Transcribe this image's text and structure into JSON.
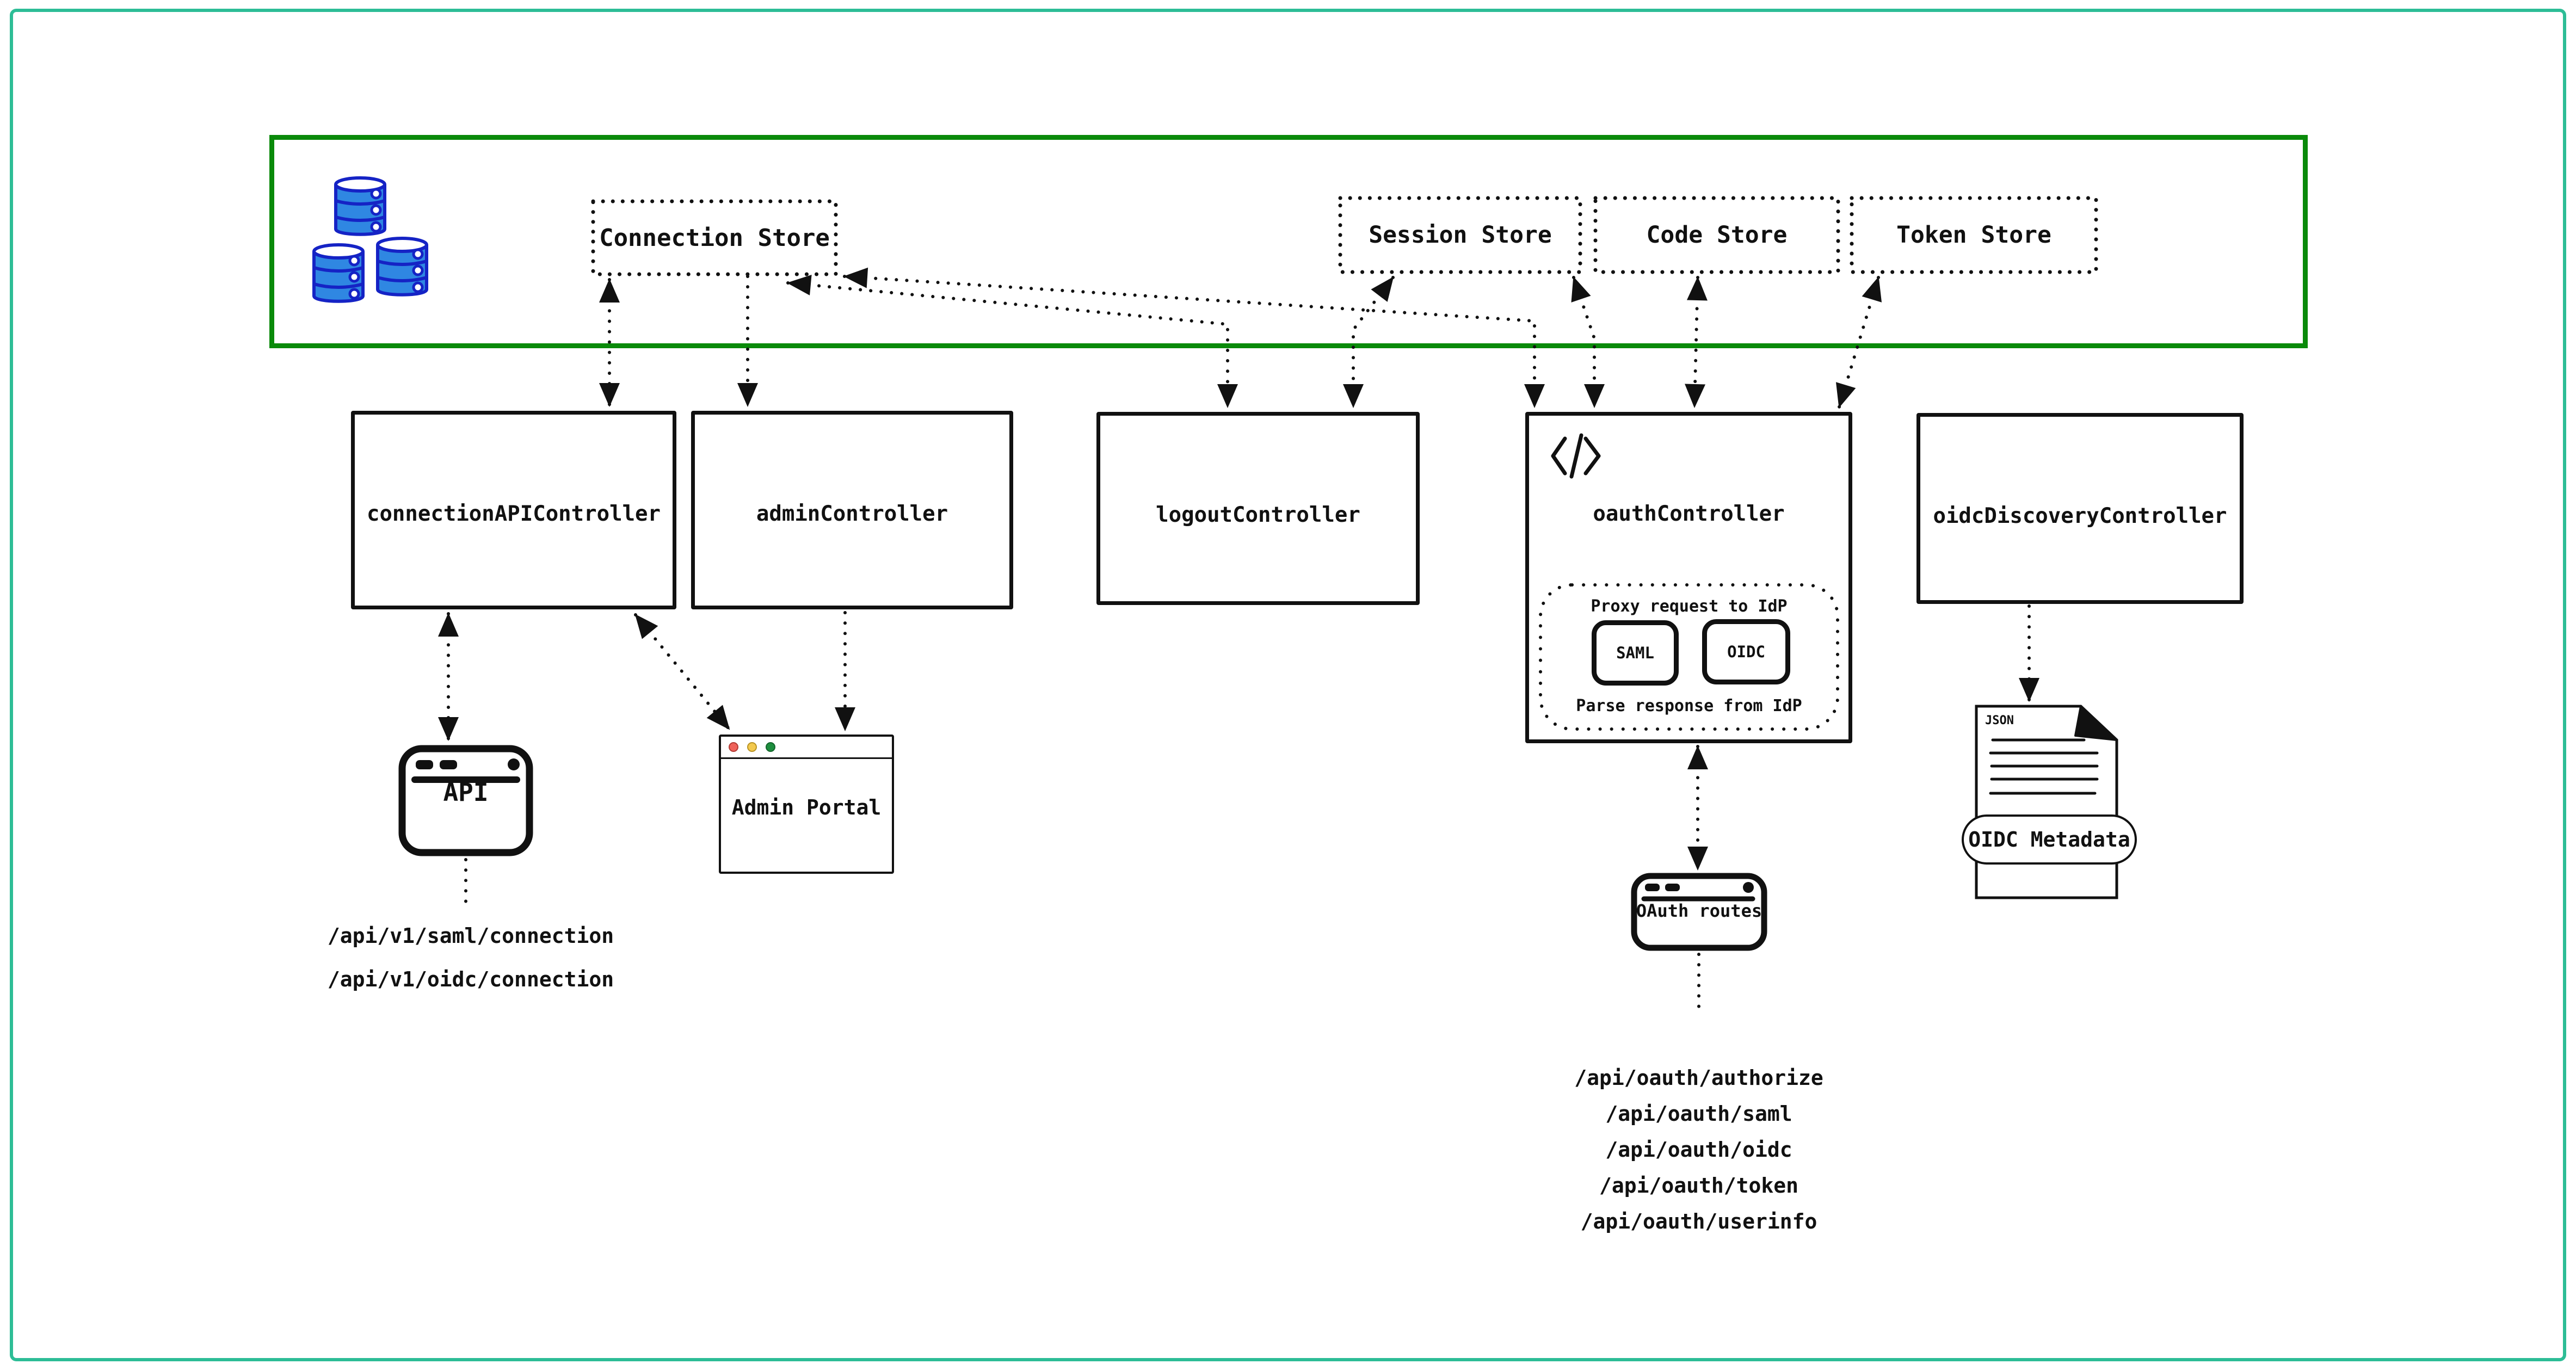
{
  "diagram": {
    "store_zone": {
      "stores": [
        {
          "label": "Connection Store"
        },
        {
          "label": "Session Store"
        },
        {
          "label": "Code Store"
        },
        {
          "label": "Token Store"
        }
      ]
    },
    "controllers": [
      {
        "label": "connectionAPIController"
      },
      {
        "label": "adminController"
      },
      {
        "label": "logoutController"
      },
      {
        "label": "oauthController"
      },
      {
        "label": "oidcDiscoveryController"
      }
    ],
    "oauth_proxy": {
      "request_label": "Proxy request to IdP",
      "response_label": "Parse response from IdP",
      "protocols": [
        {
          "label": "SAML"
        },
        {
          "label": "OIDC"
        }
      ]
    },
    "api_node": {
      "label": "API",
      "endpoints": [
        "/api/v1/saml/connection",
        "/api/v1/oidc/connection"
      ]
    },
    "admin_portal": {
      "label": "Admin Portal"
    },
    "oauth_routes": {
      "label": "OAuth routes",
      "endpoints": [
        "/api/oauth/authorize",
        "/api/oauth/saml",
        "/api/oauth/oidc",
        "/api/oauth/token",
        "/api/oauth/userinfo"
      ]
    },
    "oidc_metadata": {
      "file_type_label": "JSON",
      "label": "OIDC Metadata"
    }
  },
  "colors": {
    "outer_border": "#2dbd96",
    "store_zone_border": "#0a8a0a",
    "ink": "#111111",
    "database_fill": "#2f87e2",
    "database_stroke": "#1523c5",
    "traffic_red": "#ef625a",
    "traffic_yellow": "#f3c94e",
    "traffic_green": "#1e8e3e"
  }
}
